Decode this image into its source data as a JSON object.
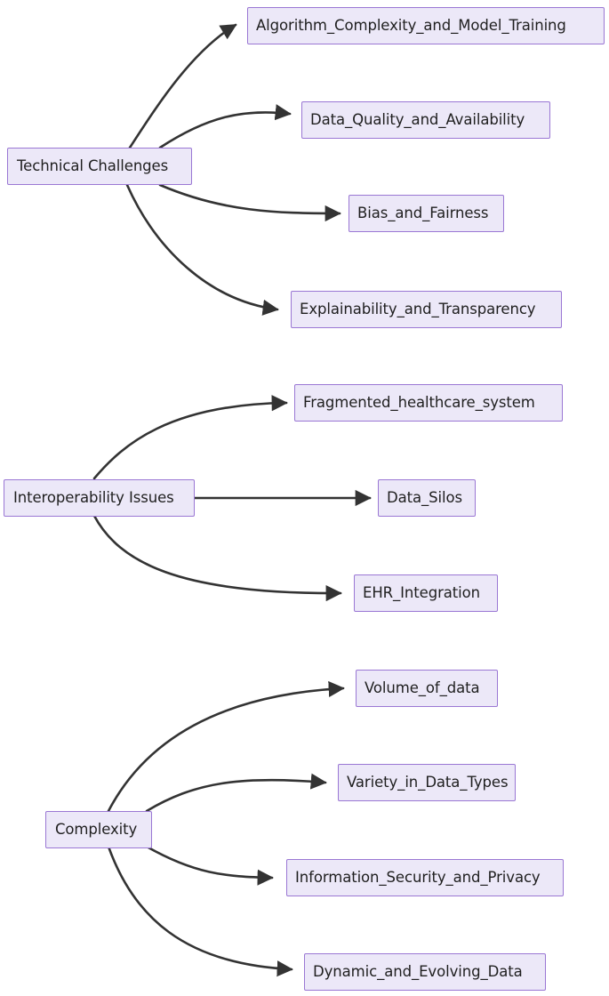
{
  "diagram": {
    "type": "flowchart",
    "orientation": "left-to-right",
    "title": "",
    "style": {
      "node_fill": "#ece8f8",
      "node_border": "#9a77d4",
      "edge_color": "#333333",
      "text_color": "#1f1f1f",
      "background": "#ffffff",
      "arrowhead": "filled-triangle",
      "edge_style": "curved"
    },
    "clusters": [
      {
        "id": "cluster-technical-challenges",
        "root": {
          "id": "technical-challenges",
          "label": "Technical Challenges",
          "clipped": true
        },
        "children": [
          {
            "id": "algorithm-complexity-and-model-training",
            "label": "Algorithm_Complexity_and_Model_Training",
            "clipped": true
          },
          {
            "id": "data-quality-and-availability",
            "label": "Data_Quality_and_Availability",
            "clipped": true
          },
          {
            "id": "bias-and-fairness",
            "label": "Bias_and_Fairness",
            "clipped": true
          },
          {
            "id": "explainability-and-transparency",
            "label": "Explainability_and_Transparency",
            "clipped": true
          }
        ]
      },
      {
        "id": "cluster-interoperability-issues",
        "root": {
          "id": "interoperability-issues",
          "label": "Interoperability Issues",
          "clipped": true
        },
        "children": [
          {
            "id": "fragmented-healthcare-system",
            "label": "Fragmented_healthcare_system",
            "clipped": false
          },
          {
            "id": "data-silos",
            "label": "Data_Silos",
            "clipped": false
          },
          {
            "id": "ehr-integration",
            "label": "EHR_Integration",
            "clipped": false
          }
        ]
      },
      {
        "id": "cluster-complexity",
        "root": {
          "id": "complexity",
          "label": "Complexity",
          "clipped": false
        },
        "children": [
          {
            "id": "volume-of-data",
            "label": "Volume_of_data",
            "clipped": true
          },
          {
            "id": "variety-in-data-types",
            "label": "Variety_in_Data_Types",
            "clipped": true
          },
          {
            "id": "information-security-and-privacy",
            "label": "Information_Security_and_Privacy",
            "clipped": true
          },
          {
            "id": "dynamic-and-evolving-data",
            "label": "Dynamic_and_Evolving_Data",
            "clipped": true
          }
        ]
      }
    ],
    "edges": [
      {
        "from": "Technical Challenges",
        "to": "Algorithm_Complexity_and_Model_Training"
      },
      {
        "from": "Technical Challenges",
        "to": "Data_Quality_and_Availability"
      },
      {
        "from": "Technical Challenges",
        "to": "Bias_and_Fairness"
      },
      {
        "from": "Technical Challenges",
        "to": "Explainability_and_Transparency"
      },
      {
        "from": "Interoperability Issues",
        "to": "Fragmented_healthcare_system"
      },
      {
        "from": "Interoperability Issues",
        "to": "Data_Silos"
      },
      {
        "from": "Interoperability Issues",
        "to": "EHR_Integration"
      },
      {
        "from": "Complexity",
        "to": "Volume_of_data"
      },
      {
        "from": "Complexity",
        "to": "Variety_in_Data_Types"
      },
      {
        "from": "Complexity",
        "to": "Information_Security_and_Privacy"
      },
      {
        "from": "Complexity",
        "to": "Dynamic_and_Evolving_Data"
      }
    ]
  }
}
